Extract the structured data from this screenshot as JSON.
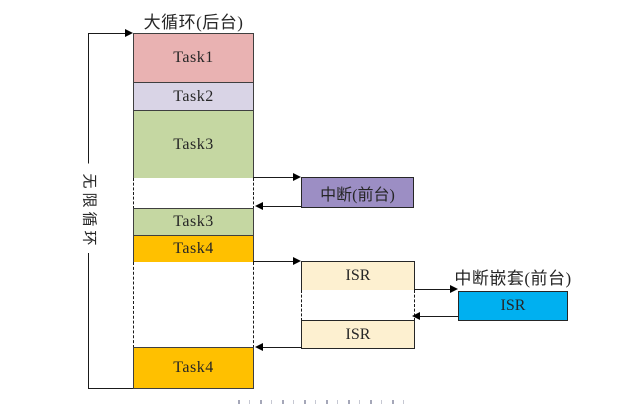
{
  "diagram": {
    "title": "大循环(后台)",
    "loop_label": "无限循环",
    "column": {
      "segments": [
        {
          "label": "Task1",
          "kind": "task",
          "color": "#e9b2b2"
        },
        {
          "label": "Task2",
          "kind": "task",
          "color": "#d9d4e6"
        },
        {
          "label": "Task3",
          "kind": "task",
          "color": "#c5d7a2"
        },
        {
          "label": "",
          "kind": "gap"
        },
        {
          "label": "Task3",
          "kind": "task",
          "color": "#c5d7a2"
        },
        {
          "label": "Task4",
          "kind": "task",
          "color": "#ffc000"
        },
        {
          "label": "",
          "kind": "gap"
        },
        {
          "label": "Task4",
          "kind": "task",
          "color": "#ffc000"
        }
      ]
    },
    "foreground": {
      "interrupt_label": "中断(前台)",
      "isr1_label": "ISR",
      "isr2_label": "ISR",
      "nested_title": "中断嵌套(前台)",
      "nested_isr_label": "ISR"
    },
    "palette": {
      "task1": "#e9b2b2",
      "task2": "#d9d4e6",
      "task3": "#c5d7a2",
      "task4": "#ffc000",
      "interrupt": "#9c8ec4",
      "isr": "#fdf0d0",
      "nested_isr": "#00b0f0",
      "box_border": "#3f3f3f",
      "line": "#1a1a1a"
    }
  }
}
